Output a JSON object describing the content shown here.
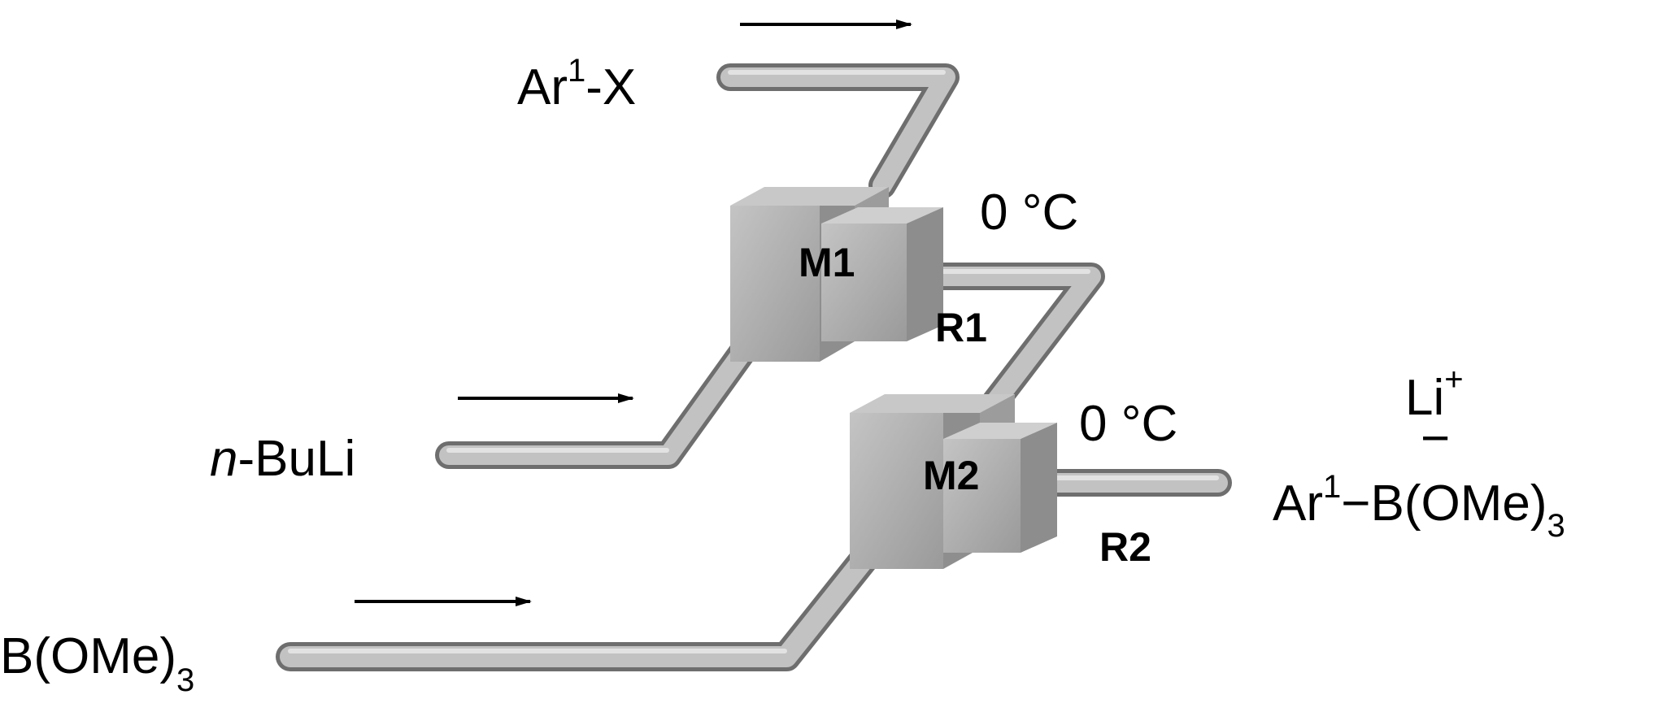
{
  "reagents": {
    "aryl_halide": {
      "main": "Ar",
      "sup": "1",
      "rest": "-X"
    },
    "buli_italic": "n",
    "buli_rest": "-BuLi",
    "borate_main": "B(OMe)",
    "borate_sub": "3"
  },
  "mixers": {
    "m1": "M1",
    "m2": "M2"
  },
  "reactors": {
    "r1": "R1",
    "r2": "R2"
  },
  "temps": {
    "t1": "0 °C",
    "t2": "0 °C"
  },
  "product": {
    "cation": "Li",
    "cation_charge": "+",
    "anion_charge": "−",
    "ar": "Ar",
    "ar_sup": "1",
    "bond": "−",
    "boron": "B(OMe)",
    "boron_sub": "3"
  },
  "colors": {
    "tube": "#b9b9b9",
    "tube_dark": "#7a7a7a",
    "block": "#aeaeae"
  }
}
